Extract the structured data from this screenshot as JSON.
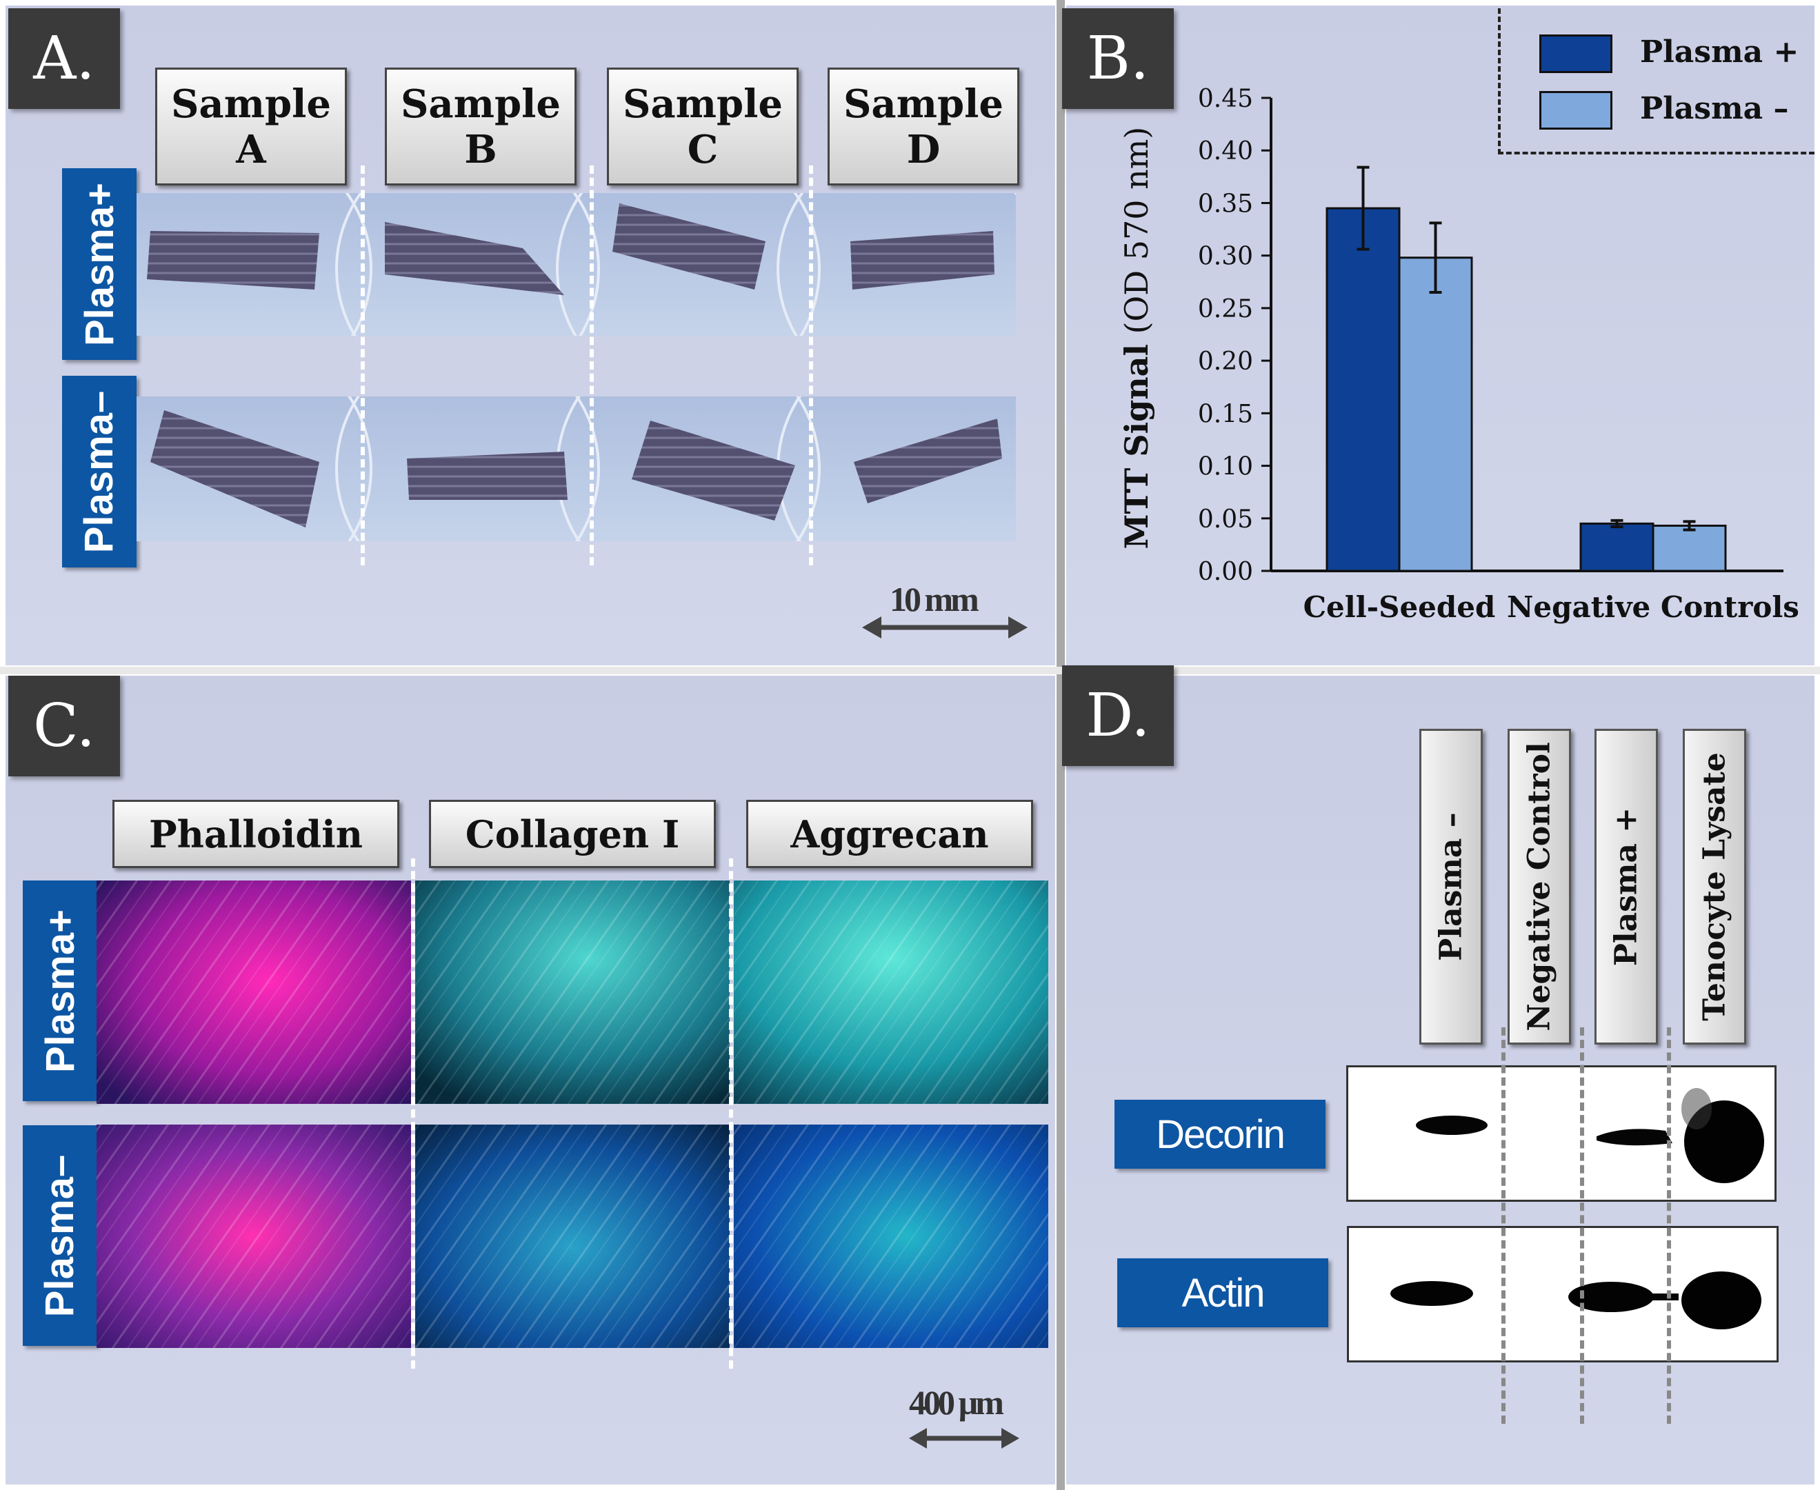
{
  "panels": {
    "a": {
      "label": "A.",
      "samples": [
        "Sample\nA",
        "Sample\nB",
        "Sample\nC",
        "Sample\nD"
      ],
      "rows": [
        "Plasma+",
        "Plasma–"
      ],
      "scale": "10 mm"
    },
    "b": {
      "label": "B.",
      "legend": [
        "Plasma +",
        "Plasma –"
      ],
      "ylabel_bold": "MTT Signal",
      "ylabel_rest": " (OD 570 nm)",
      "ticks": [
        "0.00",
        "0.05",
        "0.10",
        "0.15",
        "0.20",
        "0.25",
        "0.30",
        "0.35",
        "0.40",
        "0.45"
      ]
    },
    "c": {
      "label": "C.",
      "stains": [
        "Phalloidin",
        "Collagen I",
        "Aggrecan"
      ],
      "rows": [
        "Plasma+",
        "Plasma–"
      ],
      "scale": "400 µm"
    },
    "d": {
      "label": "D.",
      "lanes": [
        "Plasma –",
        "Negative Control",
        "Plasma +",
        "Tenocyte Lysate"
      ],
      "blots": [
        "Decorin",
        "Actin"
      ]
    }
  },
  "chart_data": {
    "type": "bar",
    "categories": [
      "Cell-Seeded",
      "Negative Controls"
    ],
    "series": [
      {
        "name": "Plasma +",
        "values": [
          0.345,
          0.045
        ],
        "errors": [
          0.039,
          0.003
        ],
        "color": "#0e4095"
      },
      {
        "name": "Plasma –",
        "values": [
          0.298,
          0.043
        ],
        "errors": [
          0.033,
          0.004
        ],
        "color": "#7fa9dd"
      }
    ],
    "ylabel": "MTT Signal (OD 570 nm)",
    "ylim": [
      0,
      0.45
    ],
    "legend_position": "top-right",
    "grid": false
  },
  "colors": {
    "panel_bg": "#cdd1e7",
    "label_bg": "#3a3a3a",
    "tab_blue": "#0d56a3"
  }
}
